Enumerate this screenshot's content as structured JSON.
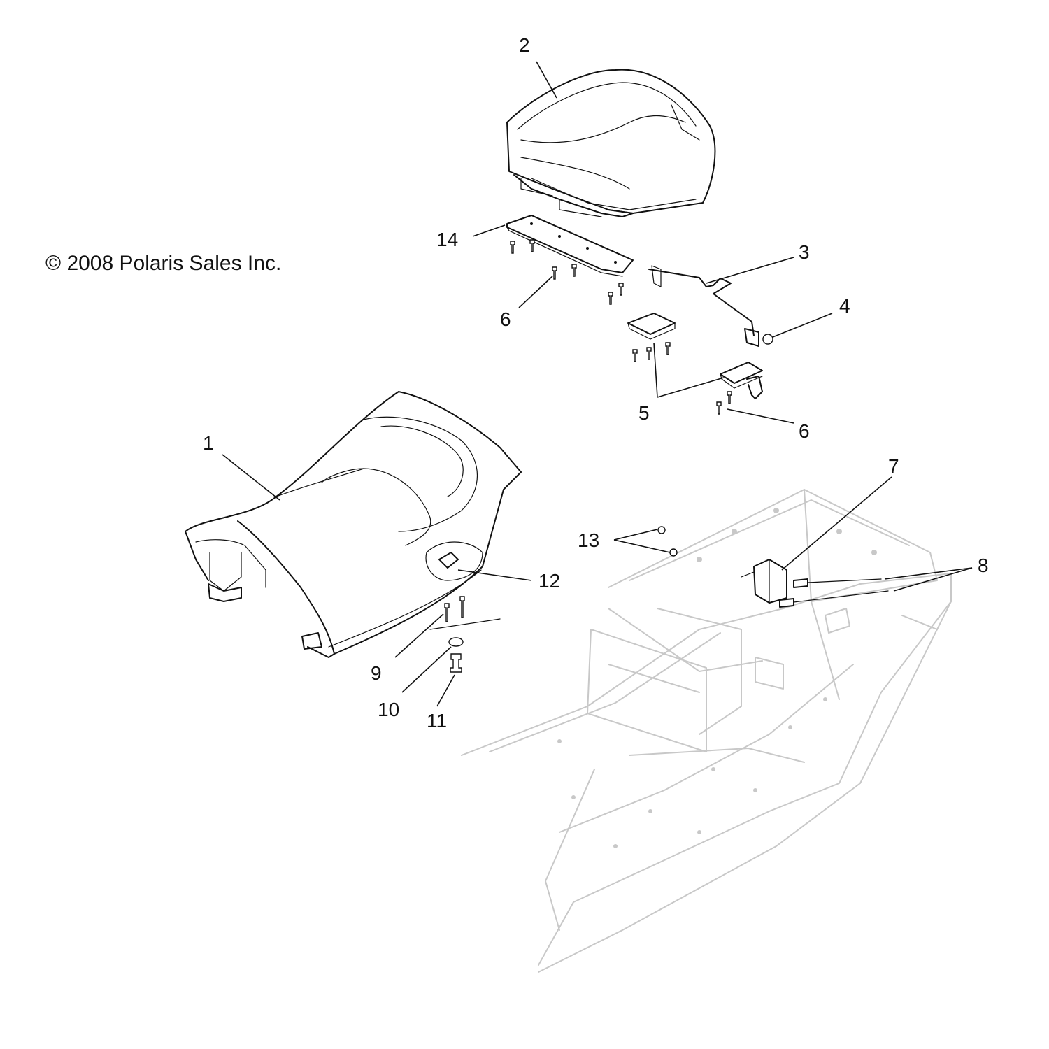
{
  "copyright": "© 2008 Polaris Sales Inc.",
  "callouts": [
    {
      "id": "callout-1",
      "label": "1"
    },
    {
      "id": "callout-2",
      "label": "2"
    },
    {
      "id": "callout-3",
      "label": "3"
    },
    {
      "id": "callout-4",
      "label": "4"
    },
    {
      "id": "callout-5",
      "label": "5"
    },
    {
      "id": "callout-6a",
      "label": "6"
    },
    {
      "id": "callout-6b",
      "label": "6"
    },
    {
      "id": "callout-7",
      "label": "7"
    },
    {
      "id": "callout-8",
      "label": "8"
    },
    {
      "id": "callout-9",
      "label": "9"
    },
    {
      "id": "callout-10",
      "label": "10"
    },
    {
      "id": "callout-11",
      "label": "11"
    },
    {
      "id": "callout-12",
      "label": "12"
    },
    {
      "id": "callout-13",
      "label": "13"
    },
    {
      "id": "callout-14",
      "label": "14"
    }
  ]
}
